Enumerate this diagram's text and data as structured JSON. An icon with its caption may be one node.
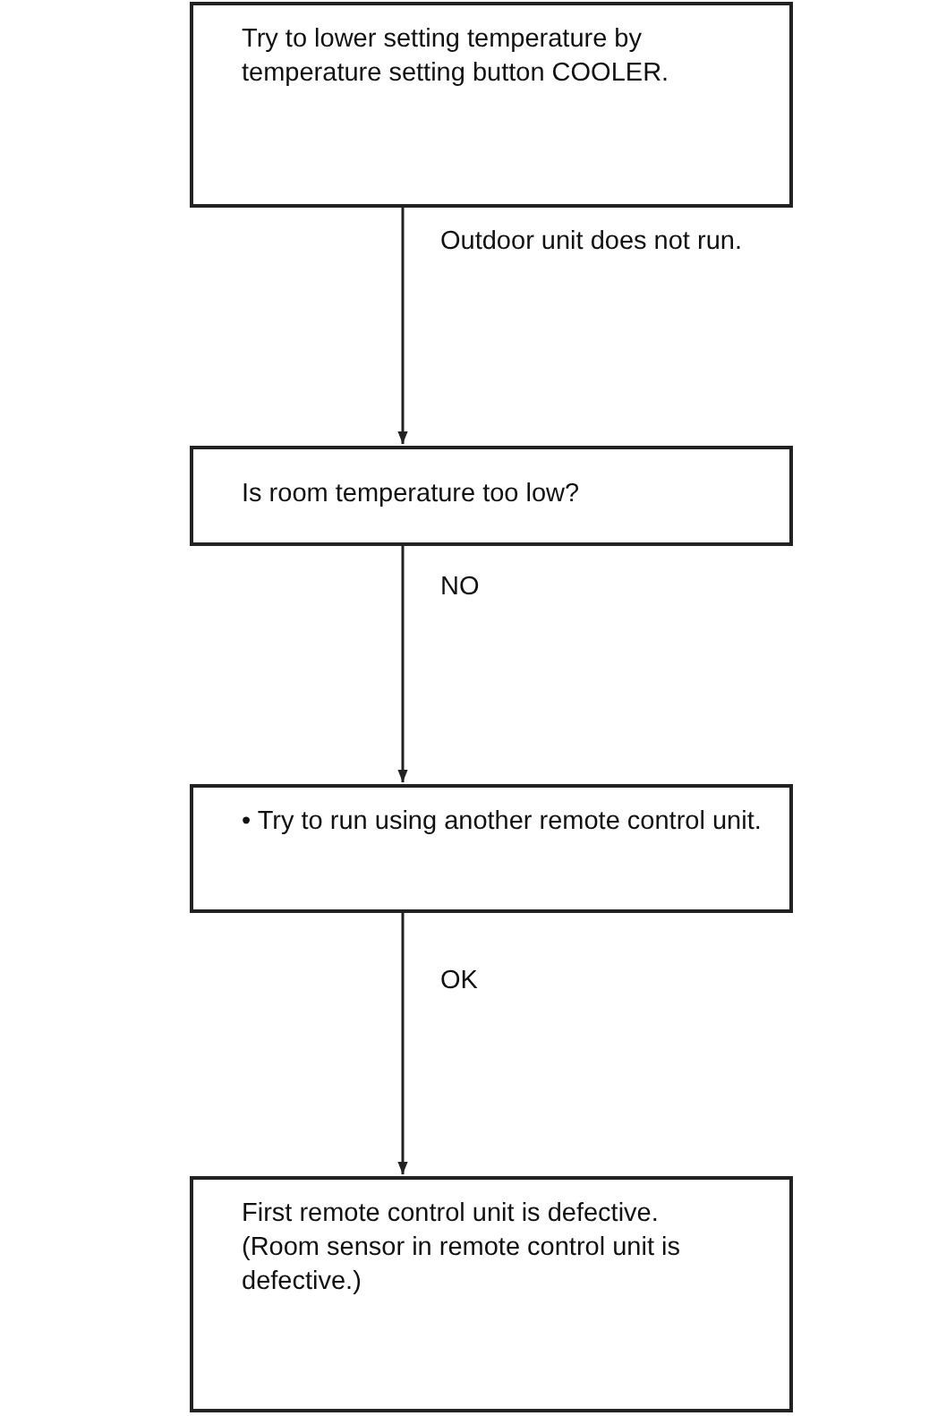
{
  "diagram": {
    "nodes": [
      {
        "text": [
          "Try to lower setting temperature by temperature setting button COOLER."
        ]
      },
      {
        "text": [
          "Is room temperature too low?"
        ]
      },
      {
        "text": [
          "• Try to run using another remote control unit."
        ]
      },
      {
        "text": [
          "First remote control unit is defective.",
          "(Room sensor in remote control unit is defective.)"
        ]
      }
    ],
    "edges": [
      {
        "from": 0,
        "to": 1,
        "arrow": "to",
        "label": "Outdoor unit does not run."
      },
      {
        "from": 1,
        "to": 2,
        "arrow": "to",
        "label": "NO"
      },
      {
        "from": 2,
        "to": 3,
        "arrow": "to",
        "label": "OK"
      }
    ]
  }
}
